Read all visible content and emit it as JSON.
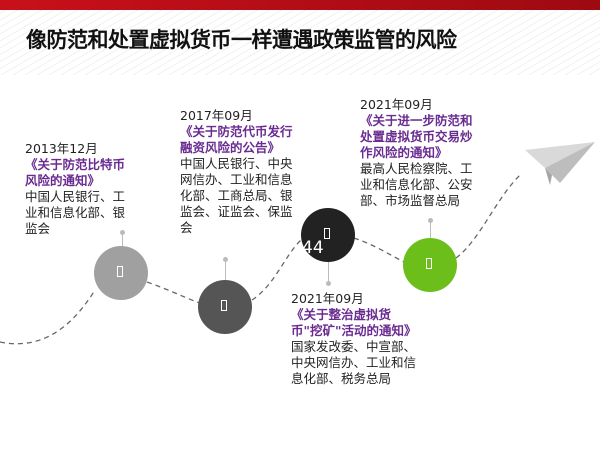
{
  "title": "像防范和处置虚拟货币一样遭遇政策监管的风险",
  "events": [
    {
      "date": "2013年12月",
      "doc": "《关于防范比特币风险的通知》",
      "agencies": "中国人民银行、工业和信息化部、银监会"
    },
    {
      "date": "2017年09月",
      "doc": "《关于防范代币发行融资风险的公告》",
      "agencies": "中国人民银行、中央网信办、工业和信息化部、工商总局、银监会、证监会、保监会"
    },
    {
      "date": "2021年09月",
      "doc": "《关于整治虚拟货币\"挖矿\"活动的通知》",
      "agencies": "国家发改委、中宣部、中央网信办、工业和信息化部、税务总局"
    },
    {
      "date": "2021年09月",
      "doc": "《关于进一步防范和处置虚拟货币交易炒作风险的通知》",
      "agencies": "最高人民检察院、工业和信息化部、公安部、市场监督总局"
    }
  ],
  "stray_text": "44",
  "colors": {
    "accent": "#c8101a",
    "doc": "#6a2c91",
    "circle1": "#a0a0a0",
    "circle2": "#555555",
    "circle3": "#222222",
    "circle4": "#6cbf1a"
  }
}
